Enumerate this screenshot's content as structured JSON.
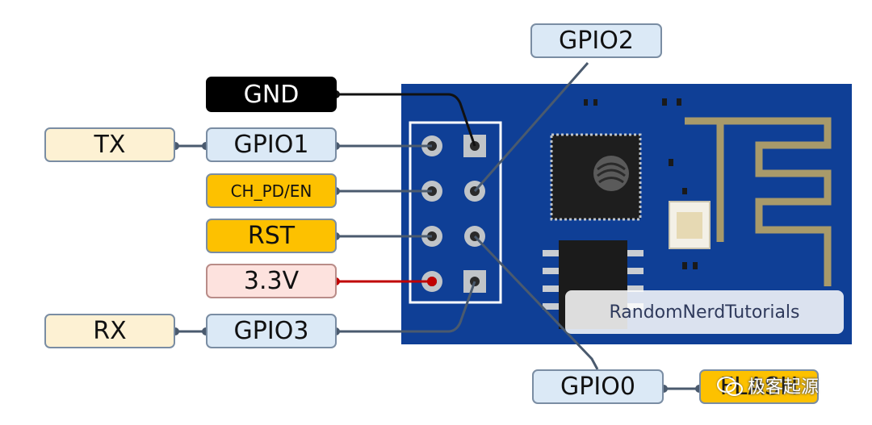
{
  "diagram": {
    "pins_left": {
      "gpio1": "GPIO1",
      "ch_pd": "CH_PD/EN",
      "rst": "RST",
      "v33": "3.3V",
      "gpio3": "GPIO3"
    },
    "pins_top": {
      "gnd": "GND",
      "gpio2": "GPIO2"
    },
    "pins_bottom": {
      "gpio0": "GPIO0",
      "flash_partial": "FLASH"
    },
    "serial": {
      "tx": "TX",
      "rx": "RX"
    },
    "board_label": "RandomNerdTutorials",
    "watermark": "极客起源",
    "colors": {
      "board": "#0f3f96",
      "gpio_label": "#dbe9f6",
      "serial_label": "#fdf1d3",
      "power_control_label": "#fdc100",
      "gnd_label": "#000000",
      "vcc_label": "#fde2de",
      "vcc_wire": "#c00000",
      "wire": "#4a5a6e",
      "antenna": "#a89a6a"
    }
  }
}
